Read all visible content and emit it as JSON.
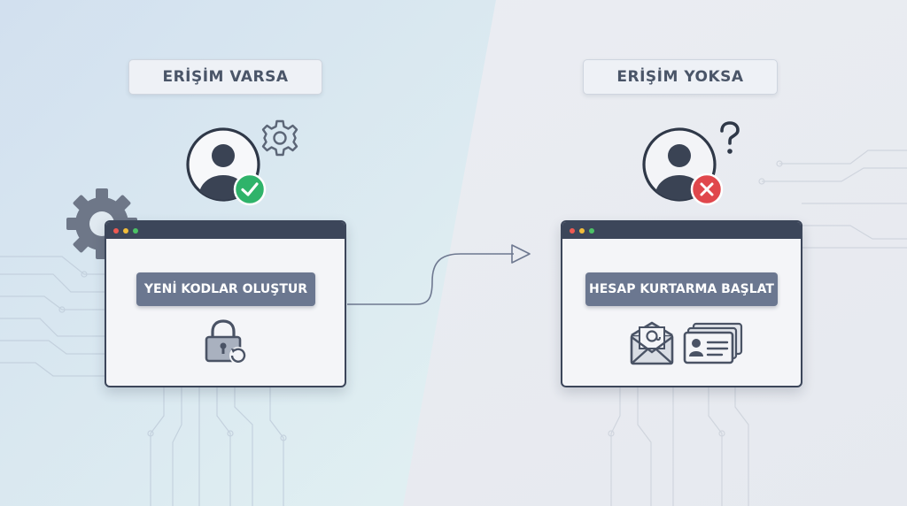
{
  "left": {
    "label": "ERİŞİM VARSA",
    "button_label": "YENİ KODLAR OLUŞTUR",
    "icons": [
      "user-icon",
      "check-badge-icon",
      "gear-icon",
      "lock-reset-icon"
    ]
  },
  "right": {
    "label": "ERİŞİM YOKSA",
    "button_label": "HESAP KURTARMA BAŞLAT",
    "icons": [
      "user-icon",
      "error-badge-icon",
      "question-mark-icon",
      "email-icon",
      "id-card-icon"
    ]
  },
  "colors": {
    "success": "#2fb36a",
    "error": "#e0474c",
    "button": "#6b7790",
    "window_frame": "#3c465a"
  }
}
